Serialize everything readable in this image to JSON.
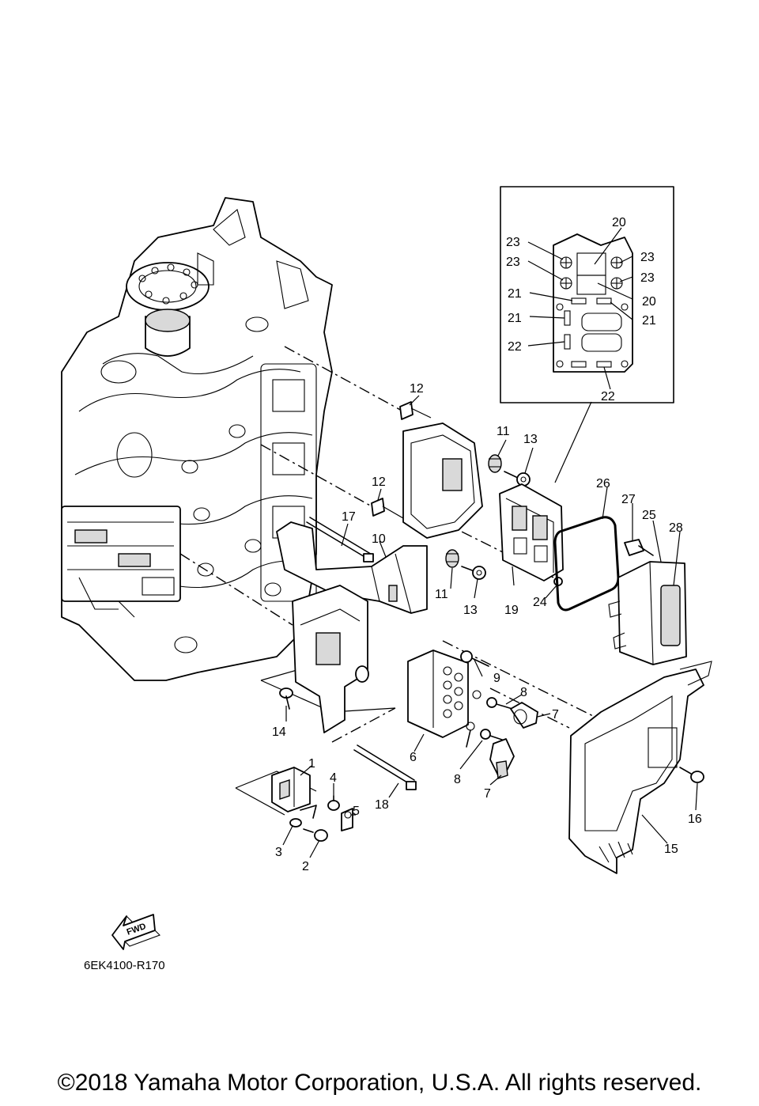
{
  "diagram": {
    "ref_code": "6EK4100-R170",
    "fwd_label": "FWD",
    "copyright": "©2018 Yamaha Motor Corporation, U.S.A. All rights reserved.",
    "callouts": [
      {
        "id": "c1",
        "text": "1"
      },
      {
        "id": "c2",
        "text": "2"
      },
      {
        "id": "c3",
        "text": "3"
      },
      {
        "id": "c4",
        "text": "4"
      },
      {
        "id": "c5",
        "text": "5"
      },
      {
        "id": "c6",
        "text": "6"
      },
      {
        "id": "c7a",
        "text": "7"
      },
      {
        "id": "c7b",
        "text": "7"
      },
      {
        "id": "c8a",
        "text": "8"
      },
      {
        "id": "c8b",
        "text": "8"
      },
      {
        "id": "c9",
        "text": "9"
      },
      {
        "id": "c10",
        "text": "10"
      },
      {
        "id": "c11a",
        "text": "11"
      },
      {
        "id": "c11b",
        "text": "11"
      },
      {
        "id": "c12a",
        "text": "12"
      },
      {
        "id": "c12b",
        "text": "12"
      },
      {
        "id": "c13a",
        "text": "13"
      },
      {
        "id": "c13b",
        "text": "13"
      },
      {
        "id": "c14",
        "text": "14"
      },
      {
        "id": "c15",
        "text": "15"
      },
      {
        "id": "c16",
        "text": "16"
      },
      {
        "id": "c17",
        "text": "17"
      },
      {
        "id": "c18",
        "text": "18"
      },
      {
        "id": "c19",
        "text": "19"
      },
      {
        "id": "c20a",
        "text": "20"
      },
      {
        "id": "c20b",
        "text": "20"
      },
      {
        "id": "c21a",
        "text": "21"
      },
      {
        "id": "c21b",
        "text": "21"
      },
      {
        "id": "c21c",
        "text": "21"
      },
      {
        "id": "c22a",
        "text": "22"
      },
      {
        "id": "c22b",
        "text": "22"
      },
      {
        "id": "c23a",
        "text": "23"
      },
      {
        "id": "c23b",
        "text": "23"
      },
      {
        "id": "c23c",
        "text": "23"
      },
      {
        "id": "c23d",
        "text": "23"
      },
      {
        "id": "c24",
        "text": "24"
      },
      {
        "id": "c25",
        "text": "25"
      },
      {
        "id": "c26",
        "text": "26"
      },
      {
        "id": "c27",
        "text": "27"
      },
      {
        "id": "c28",
        "text": "28"
      }
    ]
  }
}
